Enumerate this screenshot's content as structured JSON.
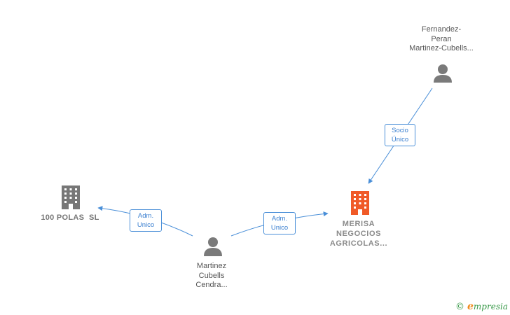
{
  "nodes": {
    "person_top": {
      "lines": [
        "Fernandez-",
        "Peran",
        "Martinez-Cubells..."
      ],
      "icon": "person-icon"
    },
    "company_left": {
      "lines": [
        "100 POLAS  SL"
      ],
      "icon": "building-icon"
    },
    "company_main": {
      "lines": [
        "MERISA",
        "NEGOCIOS",
        "AGRICOLAS..."
      ],
      "icon": "building-icon-highlight"
    },
    "person_bottom": {
      "lines": [
        "Martinez",
        "Cubells",
        "Cendra..."
      ],
      "icon": "person-icon"
    }
  },
  "edges": {
    "socio_unico": {
      "lines": [
        "Socio",
        "Único"
      ]
    },
    "adm_left": {
      "lines": [
        "Adm.",
        "Unico"
      ]
    },
    "adm_right": {
      "lines": [
        "Adm.",
        "Unico"
      ]
    }
  },
  "brand": {
    "copyright": "©",
    "initial": "e",
    "rest": "mpresia"
  },
  "colors": {
    "edge": "#4a8fd8",
    "person": "#7a7a7a",
    "building": "#777777",
    "highlight": "#f05a28"
  }
}
